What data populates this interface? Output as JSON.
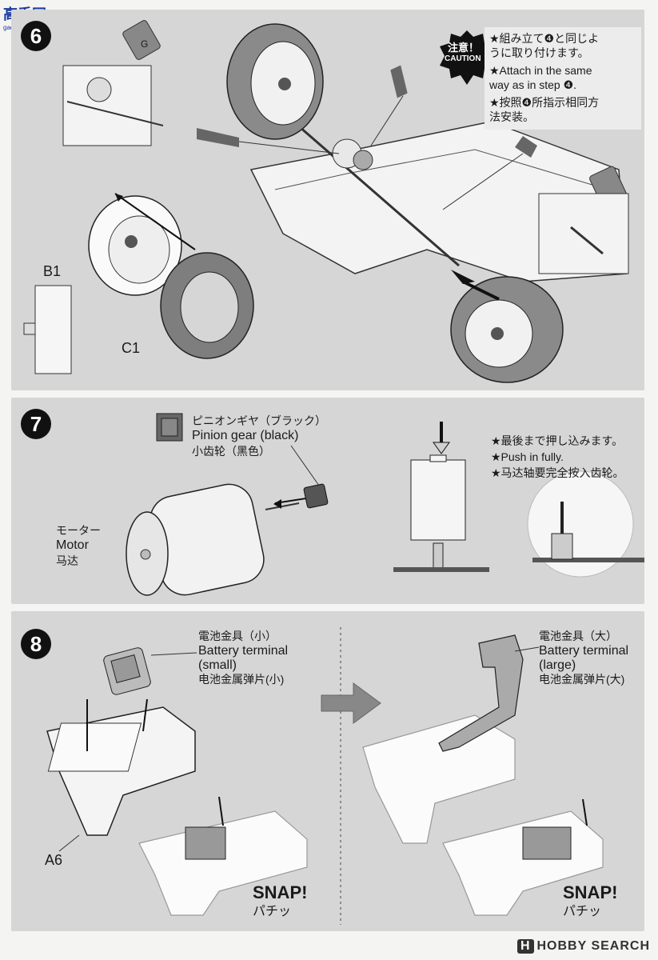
{
  "watermark": {
    "logo": "高手网",
    "url": "gao-shou.com"
  },
  "footer": {
    "brand": "HOBBY SEARCH",
    "brand_mark": "H"
  },
  "step6": {
    "number": "6",
    "caution_jp": "注意！",
    "caution_en": "CAUTION",
    "notes": [
      "★組み立て❹と同じよ",
      "うに取り付けます。",
      "★Attach in the same",
      "way as in step ❹.",
      "★按照❹所指示相同方",
      "法安装。"
    ],
    "parts": {
      "b1": "B1",
      "c1": "C1"
    },
    "glue_label": "G"
  },
  "step7": {
    "number": "7",
    "pinion": [
      "ピニオンギヤ（ブラック）",
      "Pinion gear (black)",
      "小齿轮（黑色）"
    ],
    "motor": [
      "モーター",
      "Motor",
      "马达"
    ],
    "notes": [
      "★最後まで押し込みます。",
      "★Push in fully.",
      "★马达轴要完全按入齿轮。"
    ]
  },
  "step8": {
    "number": "8",
    "small_terminal": [
      "電池金具（小）",
      "Battery terminal",
      "(small)",
      "电池金属弹片(小)"
    ],
    "large_terminal": [
      "電池金具（大）",
      "Battery terminal",
      "(large)",
      "电池金属弹片(大)"
    ],
    "part_a6": "A6",
    "snap_left": [
      "SNAP!",
      "パチッ"
    ],
    "snap_right": [
      "SNAP!",
      "パチッ"
    ]
  }
}
